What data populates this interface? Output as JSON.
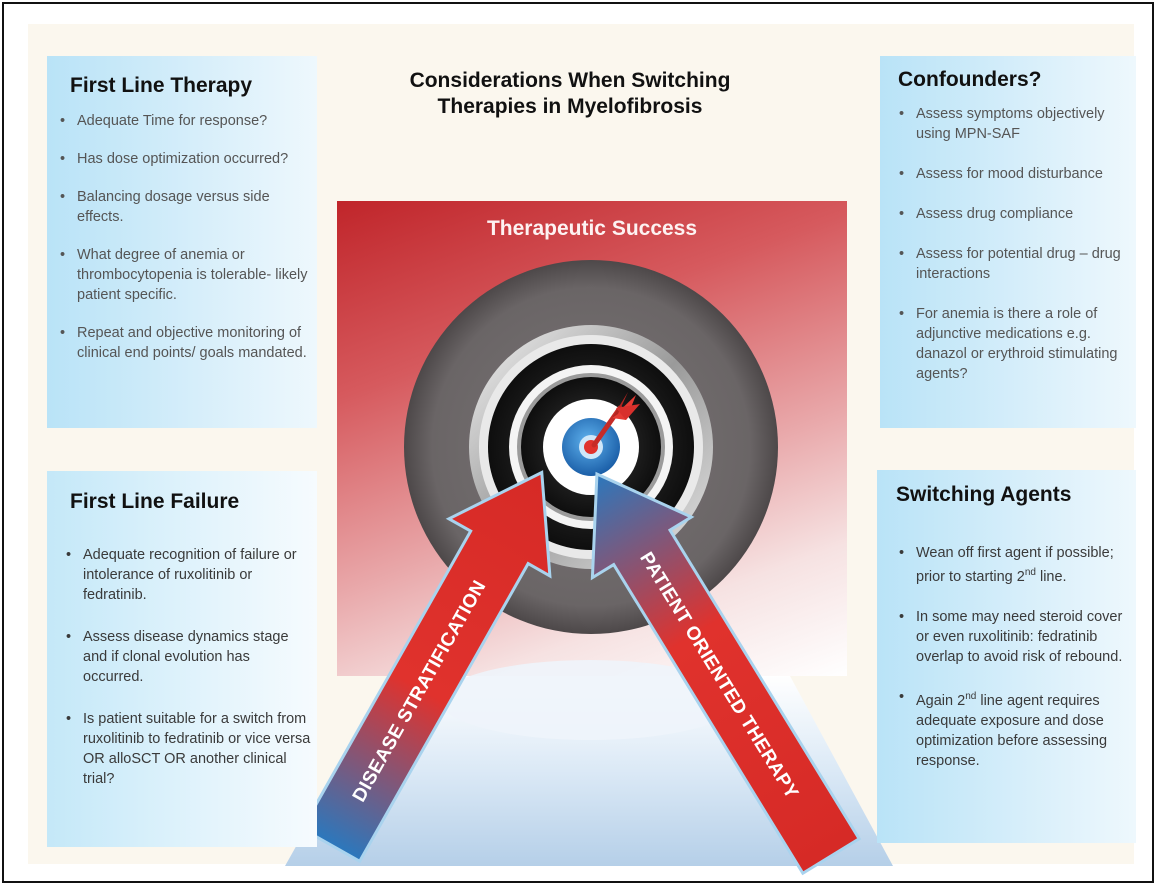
{
  "title": "Considerations When Switching Therapies in Myelofibrosis",
  "title_lines": [
    "Considerations When Switching",
    "Therapies in Myelofibrosis"
  ],
  "center": {
    "heading": "Therapeutic Success",
    "left_arrow": "DISEASE STRATIFICATION",
    "right_arrow": "PATIENT ORIENTED THERAPY"
  },
  "panels": {
    "first_line_therapy": {
      "heading": "First Line Therapy",
      "items": [
        "Adequate Time for response?",
        "Has dose optimization occurred?",
        "Balancing dosage versus side effects.",
        "What degree of anemia or thrombocytopenia is tolerable- likely patient specific.",
        "Repeat and objective monitoring of clinical end points/ goals mandated."
      ]
    },
    "first_line_failure": {
      "heading": "First Line Failure",
      "items": [
        "Adequate recognition of failure or intolerance of ruxolitinib or fedratinib.",
        "Assess disease dynamics stage and if clonal evolution has occurred.",
        "Is patient suitable for a switch from ruxolitinib to fedratinib or vice versa OR alloSCT OR another clinical trial?"
      ]
    },
    "confounders": {
      "heading": "Confounders?",
      "items": [
        "Assess symptoms objectively using MPN-SAF",
        "Assess for mood disturbance",
        "Assess drug compliance",
        "Assess for potential drug – drug interactions",
        "For anemia is there a role of adjunctive medications e.g. danazol or erythroid stimulating agents?"
      ]
    },
    "switching_agents": {
      "heading": "Switching Agents",
      "items": [
        "Wean off first agent if possible; prior to starting 2nd line.",
        "In some may need steroid cover or even ruxolitinib: fedratinib overlap to avoid risk of rebound.",
        "Again 2nd line agent requires adequate exposure and dose optimization before assessing response."
      ]
    }
  },
  "colors": {
    "panel_blue": "#b9e3f7",
    "square_red": "#c0252a",
    "arrow_red": "#d9322f",
    "arrow_blue": "#2f7fc0",
    "target_gray": "#6b6667"
  }
}
